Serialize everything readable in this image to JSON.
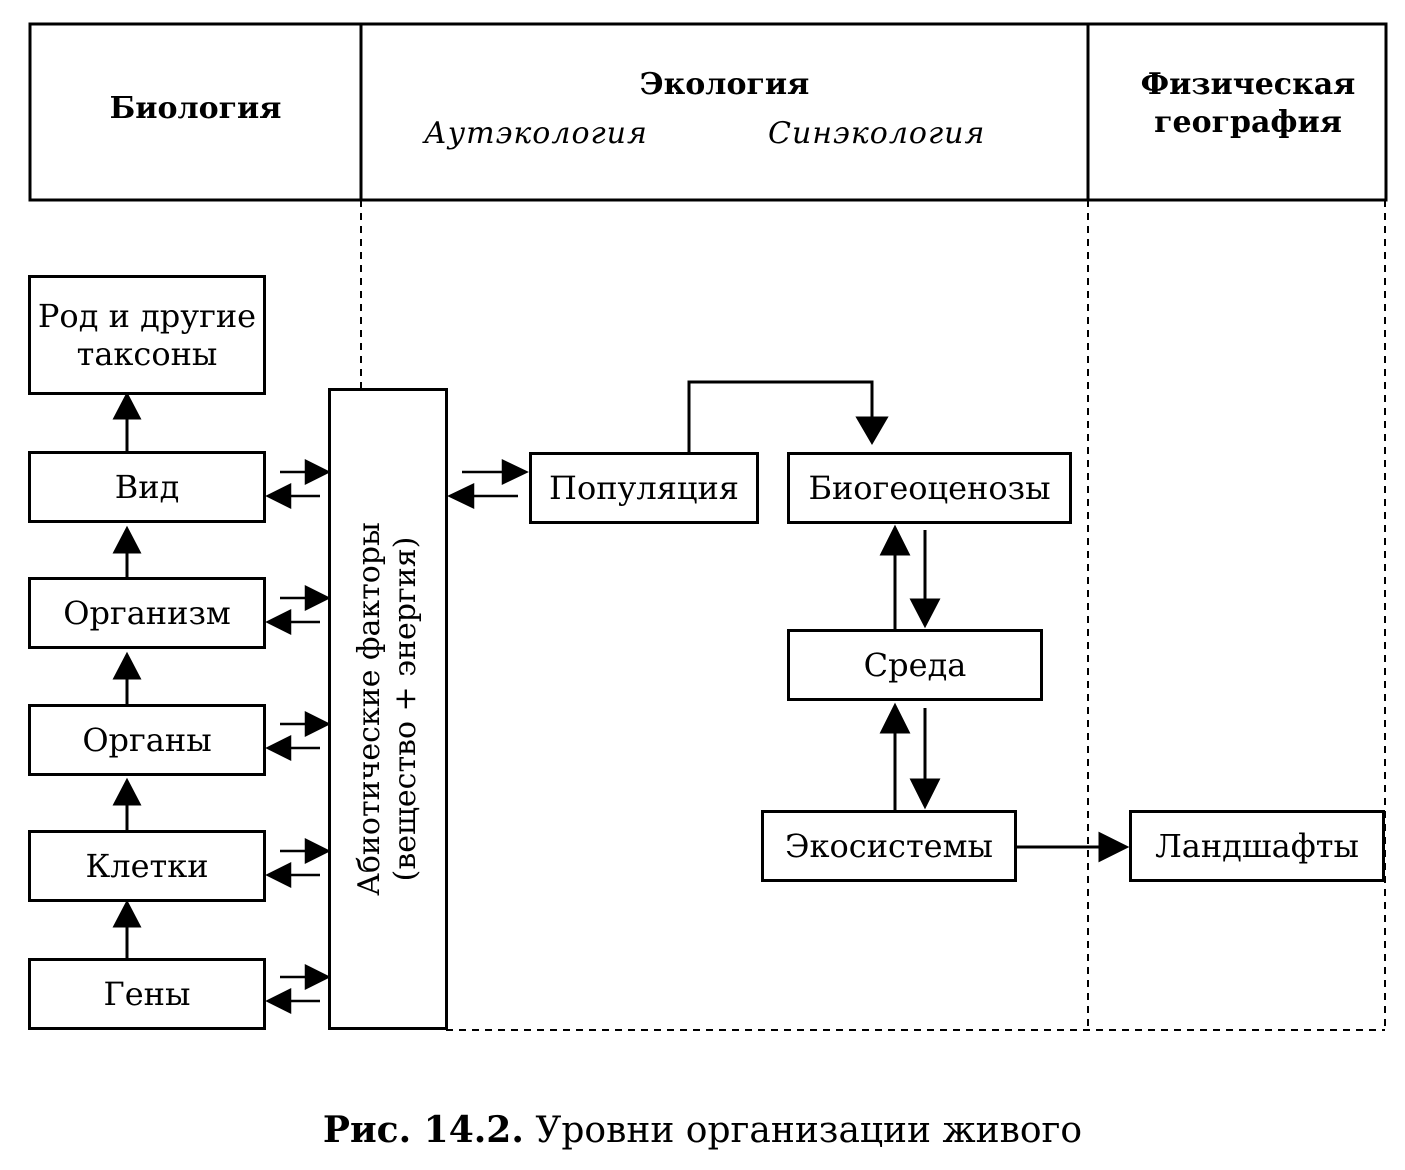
{
  "headers": {
    "biology": "Биология",
    "ecology": "Экология",
    "autecology": "Аутэкология",
    "synecology": "Синэкология",
    "physical_geography": "Физическая география"
  },
  "levels": {
    "genus": "Род и другие таксоны",
    "species": "Вид",
    "organism": "Организм",
    "organs": "Органы",
    "cells": "Клетки",
    "genes": "Гены"
  },
  "abiotic": {
    "line1": "Абиотические факторы",
    "line2": "(вещество + энергия)"
  },
  "ecology_nodes": {
    "population": "Популяция",
    "biogeocenoses": "Биогеоценозы",
    "environment": "Среда",
    "ecosystems": "Экосистемы"
  },
  "geography_nodes": {
    "landscapes": "Ландшафты"
  },
  "caption": {
    "label": "Рис. 14.2.",
    "text": "Уровни организации живого"
  }
}
